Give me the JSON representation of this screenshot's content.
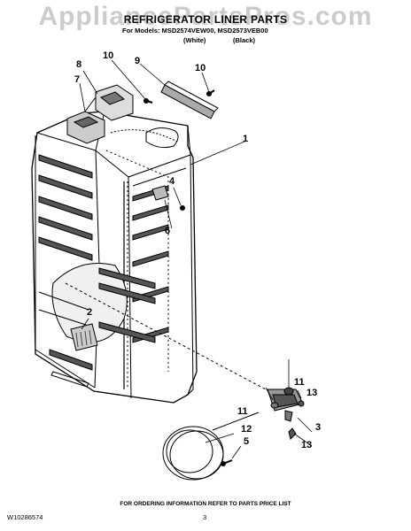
{
  "watermark": "AppliancePartsPros.com",
  "header": {
    "title": "REFRIGERATOR LINER PARTS",
    "models_line": "For Models: MSD2574VEW00, MSD2573VEB00",
    "variant_white": "(White)",
    "variant_black": "(Black)"
  },
  "callouts": {
    "c1": "1",
    "c2": "2",
    "c3": "3",
    "c4": "4",
    "c5": "5",
    "c6": "6",
    "c7": "7",
    "c8": "8",
    "c9": "9",
    "c10a": "10",
    "c10b": "10",
    "c11a": "11",
    "c11b": "11",
    "c12": "12",
    "c13a": "13",
    "c13b": "13"
  },
  "footer": {
    "note": "FOR ORDERING INFORMATION REFER TO PARTS PRICE LIST",
    "doc_number": "W10286574",
    "page_number": "3"
  }
}
